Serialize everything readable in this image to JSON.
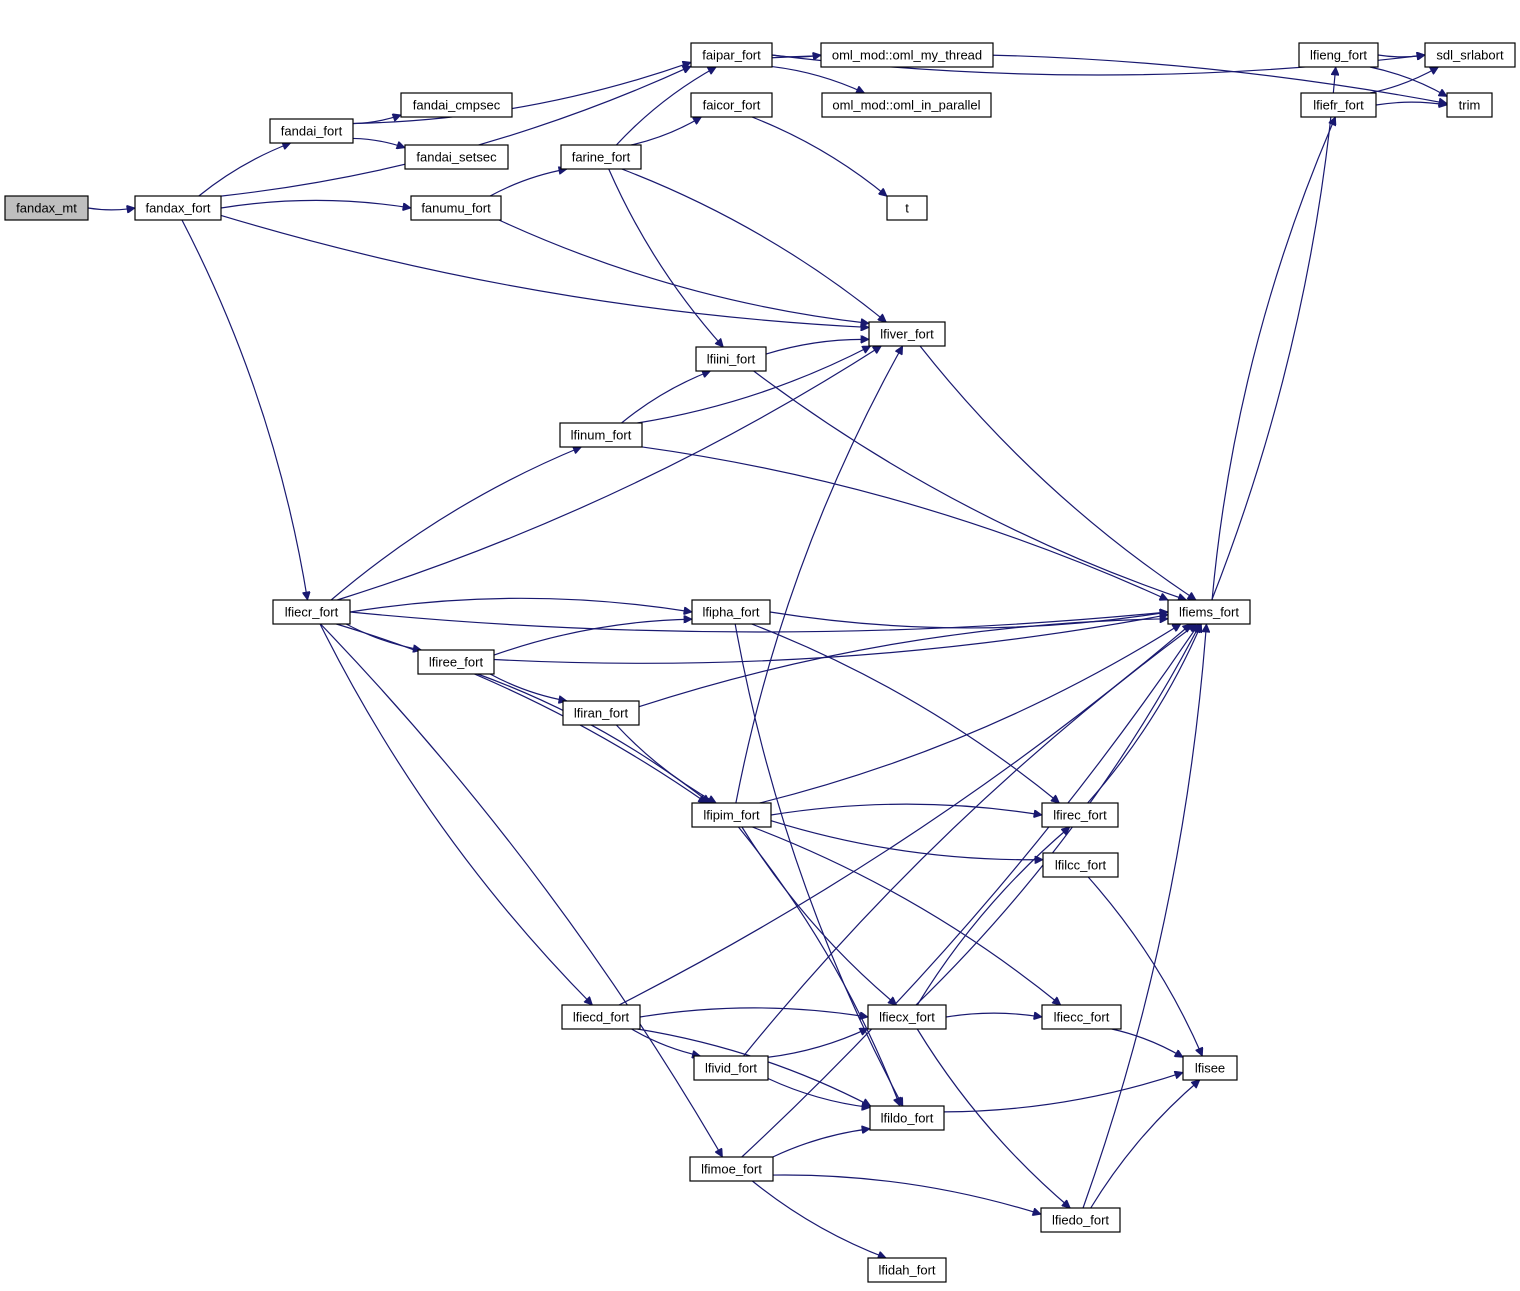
{
  "title": "Call graph of fandax_mt",
  "colors": {
    "edge": "#191970",
    "root_fill": "#bfbfbf",
    "node_fill": "#ffffff",
    "border": "#000000"
  },
  "nodes": [
    {
      "id": "fandax_mt",
      "label": "fandax_mt",
      "root": true
    },
    {
      "id": "fandax_fort",
      "label": "fandax_fort"
    },
    {
      "id": "fandai_fort",
      "label": "fandai_fort"
    },
    {
      "id": "fandai_cmpsec",
      "label": "fandai_cmpsec"
    },
    {
      "id": "fandai_setsec",
      "label": "fandai_setsec"
    },
    {
      "id": "fanumu_fort",
      "label": "fanumu_fort"
    },
    {
      "id": "faipar_fort",
      "label": "faipar_fort"
    },
    {
      "id": "faicor_fort",
      "label": "faicor_fort"
    },
    {
      "id": "farine_fort",
      "label": "farine_fort"
    },
    {
      "id": "oml_my_thread",
      "label": "oml_mod::oml_my_thread"
    },
    {
      "id": "oml_in_parallel",
      "label": "oml_mod::oml_in_parallel"
    },
    {
      "id": "t",
      "label": "t"
    },
    {
      "id": "lfieng_fort",
      "label": "lfieng_fort"
    },
    {
      "id": "lfiefr_fort",
      "label": "lfiefr_fort"
    },
    {
      "id": "sdl_srlabort",
      "label": "sdl_srlabort"
    },
    {
      "id": "trim",
      "label": "trim"
    },
    {
      "id": "lfiver_fort",
      "label": "lfiver_fort"
    },
    {
      "id": "lfiini_fort",
      "label": "lfiini_fort"
    },
    {
      "id": "lfinum_fort",
      "label": "lfinum_fort"
    },
    {
      "id": "lfiecr_fort",
      "label": "lfiecr_fort"
    },
    {
      "id": "lfiems_fort",
      "label": "lfiems_fort"
    },
    {
      "id": "lfipha_fort",
      "label": "lfipha_fort"
    },
    {
      "id": "lfiree_fort",
      "label": "lfiree_fort"
    },
    {
      "id": "lfiran_fort",
      "label": "lfiran_fort"
    },
    {
      "id": "lfipim_fort",
      "label": "lfipim_fort"
    },
    {
      "id": "lfirec_fort",
      "label": "lfirec_fort"
    },
    {
      "id": "lfilcc_fort",
      "label": "lfilcc_fort"
    },
    {
      "id": "lfiecd_fort",
      "label": "lfiecd_fort"
    },
    {
      "id": "lfiecx_fort",
      "label": "lfiecx_fort"
    },
    {
      "id": "lfiecc_fort",
      "label": "lfiecc_fort"
    },
    {
      "id": "lfivid_fort",
      "label": "lfivid_fort"
    },
    {
      "id": "lfisee",
      "label": "lfisee"
    },
    {
      "id": "lfildo_fort",
      "label": "lfildo_fort"
    },
    {
      "id": "lfimoe_fort",
      "label": "lfimoe_fort"
    },
    {
      "id": "lfiedo_fort",
      "label": "lfiedo_fort"
    },
    {
      "id": "lfidah_fort",
      "label": "lfidah_fort"
    }
  ],
  "edges": [
    [
      "fandax_mt",
      "fandax_fort"
    ],
    [
      "fandax_fort",
      "fandai_fort"
    ],
    [
      "fandax_fort",
      "faipar_fort"
    ],
    [
      "fandax_fort",
      "fanumu_fort"
    ],
    [
      "fandax_fort",
      "lfiver_fort"
    ],
    [
      "fandax_fort",
      "lfiecr_fort"
    ],
    [
      "fandai_fort",
      "fandai_cmpsec"
    ],
    [
      "fandai_fort",
      "fandai_setsec"
    ],
    [
      "fandai_fort",
      "faipar_fort"
    ],
    [
      "fanumu_fort",
      "farine_fort"
    ],
    [
      "fanumu_fort",
      "lfiver_fort"
    ],
    [
      "farine_fort",
      "faipar_fort"
    ],
    [
      "farine_fort",
      "faicor_fort"
    ],
    [
      "farine_fort",
      "lfiver_fort"
    ],
    [
      "farine_fort",
      "lfiini_fort"
    ],
    [
      "faicor_fort",
      "t"
    ],
    [
      "faipar_fort",
      "oml_my_thread"
    ],
    [
      "faipar_fort",
      "oml_in_parallel"
    ],
    [
      "faipar_fort",
      "sdl_srlabort"
    ],
    [
      "faipar_fort",
      "trim"
    ],
    [
      "lfieng_fort",
      "sdl_srlabort"
    ],
    [
      "lfieng_fort",
      "trim"
    ],
    [
      "lfiefr_fort",
      "sdl_srlabort"
    ],
    [
      "lfiefr_fort",
      "trim"
    ],
    [
      "lfiems_fort",
      "lfieng_fort"
    ],
    [
      "lfiems_fort",
      "lfiefr_fort"
    ],
    [
      "lfiver_fort",
      "lfiems_fort"
    ],
    [
      "lfiini_fort",
      "lfiver_fort"
    ],
    [
      "lfiini_fort",
      "lfiems_fort"
    ],
    [
      "lfinum_fort",
      "lfiini_fort"
    ],
    [
      "lfinum_fort",
      "lfiver_fort"
    ],
    [
      "lfinum_fort",
      "lfiems_fort"
    ],
    [
      "lfiecr_fort",
      "lfiver_fort"
    ],
    [
      "lfiecr_fort",
      "lfinum_fort"
    ],
    [
      "lfiecr_fort",
      "lfiems_fort"
    ],
    [
      "lfiecr_fort",
      "lfipha_fort"
    ],
    [
      "lfiecr_fort",
      "lfiree_fort"
    ],
    [
      "lfiecr_fort",
      "lfipim_fort"
    ],
    [
      "lfiecr_fort",
      "lfiecd_fort"
    ],
    [
      "lfiecr_fort",
      "lfimoe_fort"
    ],
    [
      "lfiree_fort",
      "lfiems_fort"
    ],
    [
      "lfiree_fort",
      "lfipha_fort"
    ],
    [
      "lfiree_fort",
      "lfiran_fort"
    ],
    [
      "lfiree_fort",
      "lfipim_fort"
    ],
    [
      "lfipha_fort",
      "lfiems_fort"
    ],
    [
      "lfipha_fort",
      "lfirec_fort"
    ],
    [
      "lfipha_fort",
      "lfildo_fort"
    ],
    [
      "lfiran_fort",
      "lfiems_fort"
    ],
    [
      "lfiran_fort",
      "lfipim_fort"
    ],
    [
      "lfipim_fort",
      "lfiver_fort"
    ],
    [
      "lfipim_fort",
      "lfiems_fort"
    ],
    [
      "lfipim_fort",
      "lfirec_fort"
    ],
    [
      "lfipim_fort",
      "lfilcc_fort"
    ],
    [
      "lfipim_fort",
      "lfiecc_fort"
    ],
    [
      "lfipim_fort",
      "lfiecx_fort"
    ],
    [
      "lfipim_fort",
      "lfildo_fort"
    ],
    [
      "lfirec_fort",
      "lfiems_fort"
    ],
    [
      "lfilcc_fort",
      "lfisee"
    ],
    [
      "lfiecd_fort",
      "lfiems_fort"
    ],
    [
      "lfiecd_fort",
      "lfiecx_fort"
    ],
    [
      "lfiecd_fort",
      "lfivid_fort"
    ],
    [
      "lfiecd_fort",
      "lfildo_fort"
    ],
    [
      "lfivid_fort",
      "lfiecx_fort"
    ],
    [
      "lfivid_fort",
      "lfiems_fort"
    ],
    [
      "lfivid_fort",
      "lfildo_fort"
    ],
    [
      "lfiecx_fort",
      "lfirec_fort"
    ],
    [
      "lfiecx_fort",
      "lfiems_fort"
    ],
    [
      "lfiecx_fort",
      "lfiecc_fort"
    ],
    [
      "lfiecx_fort",
      "lfiedo_fort"
    ],
    [
      "lfiecc_fort",
      "lfisee"
    ],
    [
      "lfildo_fort",
      "lfisee"
    ],
    [
      "lfimoe_fort",
      "lfildo_fort"
    ],
    [
      "lfimoe_fort",
      "lfiems_fort"
    ],
    [
      "lfimoe_fort",
      "lfiedo_fort"
    ],
    [
      "lfimoe_fort",
      "lfidah_fort"
    ],
    [
      "lfiedo_fort",
      "lfisee"
    ],
    [
      "lfiedo_fort",
      "lfiems_fort"
    ]
  ]
}
